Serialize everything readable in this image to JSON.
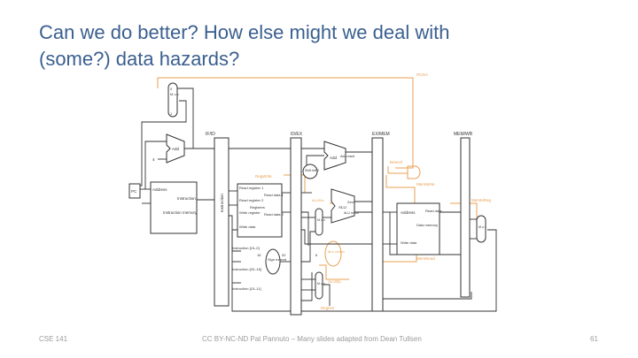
{
  "slide": {
    "title_line1": "Can we do better? How else might we deal with",
    "title_line2": "(some?) data hazards?",
    "footer_left": "CSE 141",
    "footer_center": "CC BY-NC-ND Pat Pannuto – Many slides adapted from Dean Tullsen",
    "page_number": "61"
  },
  "diagram": {
    "stage_regs": [
      "IF/ID",
      "ID/EX",
      "EX/MEM",
      "MEM/WB"
    ],
    "pcsrc": "PCSrc",
    "branch": "Branch",
    "regwrite": "RegWrite",
    "memwrite": "MemWrite",
    "memtoreg": "MemtoReg",
    "memread": "MemRead",
    "aluop": "ALUOp",
    "regdst": "RegDst",
    "alusrc": "ALUSrc",
    "pc": "PC",
    "add": "Add",
    "add_result": "Add result",
    "shift_left_2": "Shift left 2",
    "address": "Address",
    "instruction": "Instruction",
    "instruction_memory": "Instruction memory",
    "read_register_1": "Read register 1",
    "read_register_2": "Read register 2",
    "write_register": "Write register",
    "write_data": "Write data",
    "read_data_1": "Read data 1",
    "read_data_2": "Read data 2",
    "registers": "Registers",
    "alu": "ALU",
    "zero": "Zero",
    "alu_result": "ALU result",
    "data_memory_address": "Address",
    "read_data": "Read data",
    "data_memory": "Data memory",
    "mem_write_data": "Write data",
    "alu_control": "ALU control",
    "sign_extend": "Sign extend",
    "instr_15_0": "Instruction [15–0]",
    "instr_20_16": "Instruction [20–16]",
    "instr_15_11": "Instruction [15–11]",
    "mux_label": "M u x",
    "num_4": "4",
    "num_16": "16",
    "num_32": "32",
    "num_6": "6",
    "num_0": "0",
    "num_1": "1"
  }
}
